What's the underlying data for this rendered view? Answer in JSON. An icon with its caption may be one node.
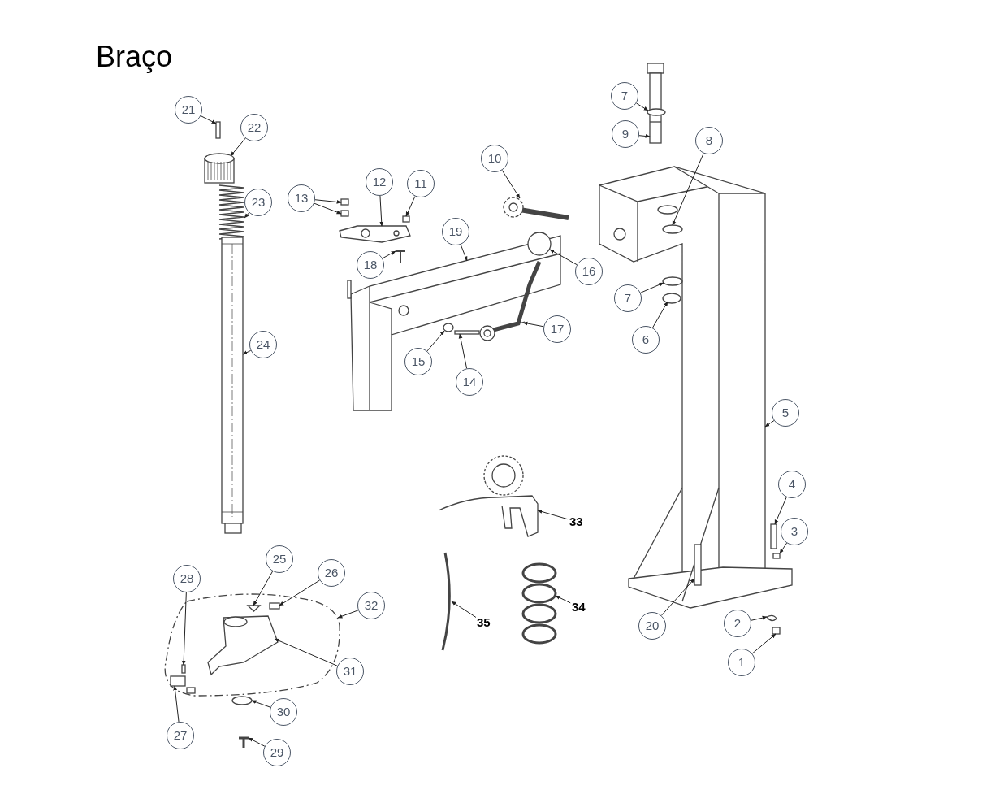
{
  "diagram": {
    "title": "Braço",
    "nodes": [
      {
        "text": [
          "21"
        ]
      },
      {
        "text": [
          "22"
        ]
      },
      {
        "text": [
          "7"
        ]
      },
      {
        "text": [
          "9"
        ]
      },
      {
        "text": [
          "8"
        ]
      },
      {
        "text": [
          "10"
        ]
      },
      {
        "text": [
          "12"
        ]
      },
      {
        "text": [
          "11"
        ]
      },
      {
        "text": [
          "13"
        ]
      },
      {
        "text": [
          "23"
        ]
      },
      {
        "text": [
          "19"
        ]
      },
      {
        "text": [
          "18"
        ]
      },
      {
        "text": [
          "16"
        ]
      },
      {
        "text": [
          "7"
        ]
      },
      {
        "text": [
          "17"
        ]
      },
      {
        "text": [
          "6"
        ]
      },
      {
        "text": [
          "24"
        ]
      },
      {
        "text": [
          "15"
        ]
      },
      {
        "text": [
          "14"
        ]
      },
      {
        "text": [
          "5"
        ]
      },
      {
        "text": [
          "4"
        ]
      },
      {
        "text": [
          "33"
        ]
      },
      {
        "text": [
          "3"
        ]
      },
      {
        "text": [
          "25"
        ]
      },
      {
        "text": [
          "28"
        ]
      },
      {
        "text": [
          "26"
        ]
      },
      {
        "text": [
          "32"
        ]
      },
      {
        "text": [
          "34"
        ]
      },
      {
        "text": [
          "35"
        ]
      },
      {
        "text": [
          "20"
        ]
      },
      {
        "text": [
          "2"
        ]
      },
      {
        "text": [
          "31"
        ]
      },
      {
        "text": [
          "1"
        ]
      },
      {
        "text": [
          "30"
        ]
      },
      {
        "text": [
          "27"
        ]
      },
      {
        "text": [
          "29"
        ]
      },
      {
        "text": [],
        "shape": "box"
      },
      {
        "text": [],
        "shape": "picture"
      },
      {
        "text": [],
        "shape": "picture"
      },
      {
        "text": [],
        "shape": "picture"
      },
      {
        "text": [],
        "shape": "picture"
      },
      {
        "text": [],
        "shape": "box"
      },
      {
        "text": [],
        "shape": "box"
      },
      {
        "text": [],
        "shape": "box"
      },
      {
        "text": [],
        "shape": "picture"
      },
      {
        "text": [],
        "shape": "picture"
      },
      {
        "text": [],
        "shape": "picture"
      },
      {
        "text": [],
        "shape": "circle"
      },
      {
        "text": [],
        "shape": "picture"
      },
      {
        "text": [],
        "shape": "ellipse"
      },
      {
        "text": [],
        "shape": "box"
      },
      {
        "text": [],
        "shape": "picture"
      },
      {
        "text": [],
        "shape": "ellipse",
        "in": 51
      },
      {
        "text": [],
        "shape": "picture"
      },
      {
        "text": [],
        "shape": "picture",
        "in": 53
      },
      {
        "text": [],
        "shape": "ellipse"
      },
      {
        "text": [],
        "shape": "ellipse"
      },
      {
        "text": [],
        "shape": "box"
      },
      {
        "text": [],
        "shape": "box"
      },
      {
        "text": [],
        "shape": "box",
        "in": 53
      },
      {
        "text": [],
        "shape": "picture"
      },
      {
        "text": [],
        "shape": "box"
      },
      {
        "text": [],
        "shape": "picture"
      },
      {
        "text": [],
        "shape": "picture"
      },
      {
        "text": [],
        "shape": "picture"
      },
      {
        "text": [],
        "shape": "picture"
      },
      {
        "text": [],
        "shape": "triangle",
        "in": 65
      },
      {
        "text": [],
        "shape": "box",
        "in": 65
      },
      {
        "text": [],
        "shape": "picture",
        "in": 65
      },
      {
        "text": [],
        "shape": "box",
        "in": 65
      },
      {
        "text": [],
        "shape": "picture",
        "in": 65
      },
      {
        "text": [],
        "shape": "ellipse"
      },
      {
        "text": [],
        "shape": "picture"
      }
    ],
    "edges": [
      {
        "from": 0,
        "to": 36,
        "arrow": "to"
      },
      {
        "from": 1,
        "to": 37,
        "arrow": "to"
      },
      {
        "from": 2,
        "to": 52,
        "arrow": "to"
      },
      {
        "from": 3,
        "to": 51,
        "arrow": "to"
      },
      {
        "from": 4,
        "to": 54,
        "arrow": "to"
      },
      {
        "from": 5,
        "to": 45,
        "arrow": "to"
      },
      {
        "from": 6,
        "to": 40,
        "arrow": "to"
      },
      {
        "from": 7,
        "to": 43,
        "arrow": "to"
      },
      {
        "from": 8,
        "to": 41,
        "arrow": "to"
      },
      {
        "from": 8,
        "to": 42,
        "arrow": "to"
      },
      {
        "from": 9,
        "to": 38,
        "arrow": "to"
      },
      {
        "from": 10,
        "to": 46,
        "arrow": "to"
      },
      {
        "from": 11,
        "to": 44,
        "arrow": "to"
      },
      {
        "from": 12,
        "to": 47,
        "arrow": "to"
      },
      {
        "from": 13,
        "to": 55,
        "arrow": "to"
      },
      {
        "from": 14,
        "to": 48,
        "arrow": "to"
      },
      {
        "from": 15,
        "to": 56,
        "arrow": "to"
      },
      {
        "from": 16,
        "to": 39,
        "arrow": "to"
      },
      {
        "from": 17,
        "to": 49,
        "arrow": "to"
      },
      {
        "from": 18,
        "to": 50,
        "arrow": "to"
      },
      {
        "from": 19,
        "to": 53,
        "arrow": "to"
      },
      {
        "from": 20,
        "to": 57,
        "arrow": "to"
      },
      {
        "from": 21,
        "to": 62,
        "arrow": "to"
      },
      {
        "from": 22,
        "to": 58,
        "arrow": "to"
      },
      {
        "from": 23,
        "to": 66,
        "arrow": "to"
      },
      {
        "from": 24,
        "to": 69,
        "arrow": "to"
      },
      {
        "from": 25,
        "to": 67,
        "arrow": "to"
      },
      {
        "from": 26,
        "to": 65,
        "arrow": "to"
      },
      {
        "from": 27,
        "to": 63,
        "arrow": "to"
      },
      {
        "from": 28,
        "to": 64,
        "arrow": "to"
      },
      {
        "from": 29,
        "to": 59,
        "arrow": "to"
      },
      {
        "from": 30,
        "to": 60,
        "arrow": "to"
      },
      {
        "from": 31,
        "to": 68,
        "arrow": "to"
      },
      {
        "from": 32,
        "to": 61,
        "arrow": "to"
      },
      {
        "from": 33,
        "to": 71,
        "arrow": "to"
      },
      {
        "from": 34,
        "to": 70,
        "arrow": "to"
      },
      {
        "from": 35,
        "to": 72,
        "arrow": "to"
      }
    ]
  }
}
